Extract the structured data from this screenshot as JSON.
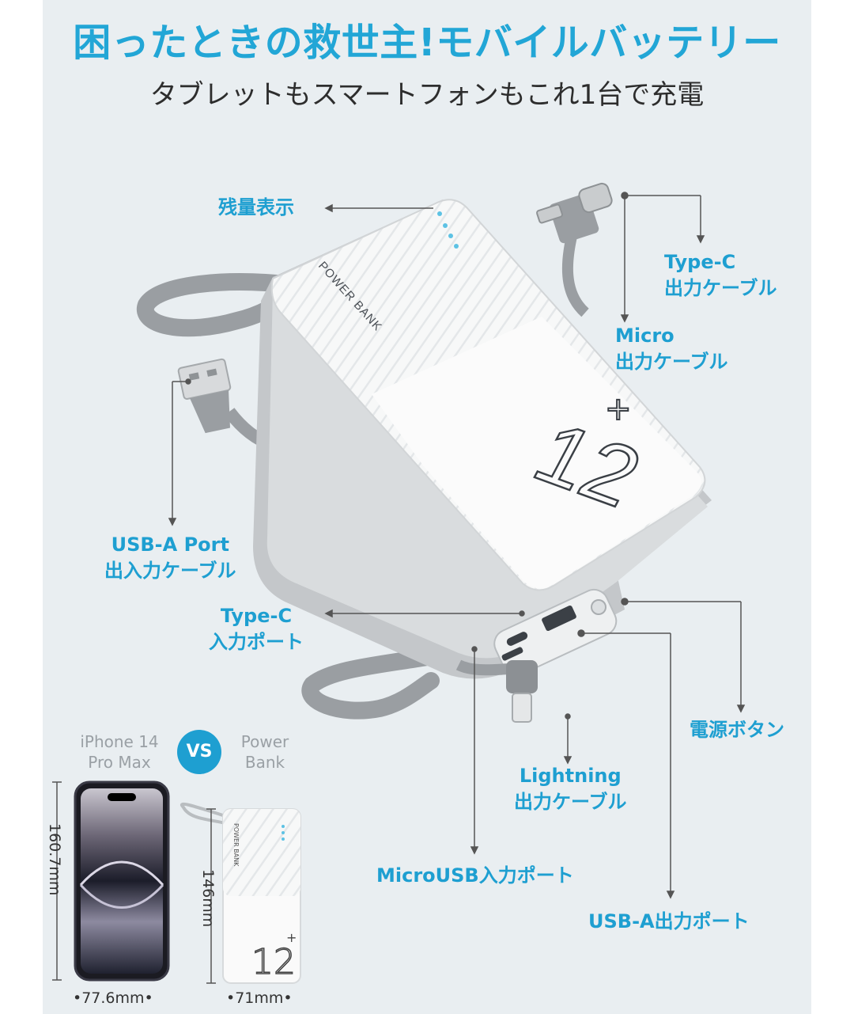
{
  "header": {
    "headline": "困ったときの救世主!モバイルバッテリー",
    "subhead": "タブレットもスマートフォンもこれ1台で充電"
  },
  "product": {
    "brand_print": "POWER BANK",
    "capacity_mark": "12",
    "capacity_plus": "+"
  },
  "callouts": {
    "remaining": "残量表示",
    "type_c_cable": [
      "Type-C",
      "出力ケーブル"
    ],
    "micro_cable": [
      "Micro",
      "出力ケーブル"
    ],
    "usb_a_cable": [
      "USB-A Port",
      "出入力ケーブル"
    ],
    "type_c_port": [
      "Type-C",
      "入力ポート"
    ],
    "power_button": "電源ボタン",
    "lightning_cable": [
      "Lightning",
      "出力ケーブル"
    ],
    "microusb_port": "MicroUSB入力ポート",
    "usb_a_port": "USB-A出力ポート"
  },
  "comparison": {
    "left_label": [
      "iPhone 14",
      "Pro Max"
    ],
    "vs": "VS",
    "right_label": [
      "Power",
      "Bank"
    ],
    "phone_height": "160.7mm",
    "phone_width": "77.6mm",
    "bank_height": "146mm",
    "bank_width": "71mm",
    "small_capacity": "12",
    "small_plus": "+",
    "small_brand": "POWER BANK"
  },
  "colors": {
    "accent": "#1e9fd1",
    "panel_bg": "#e9eef1",
    "cable": "#9a9ea2"
  }
}
